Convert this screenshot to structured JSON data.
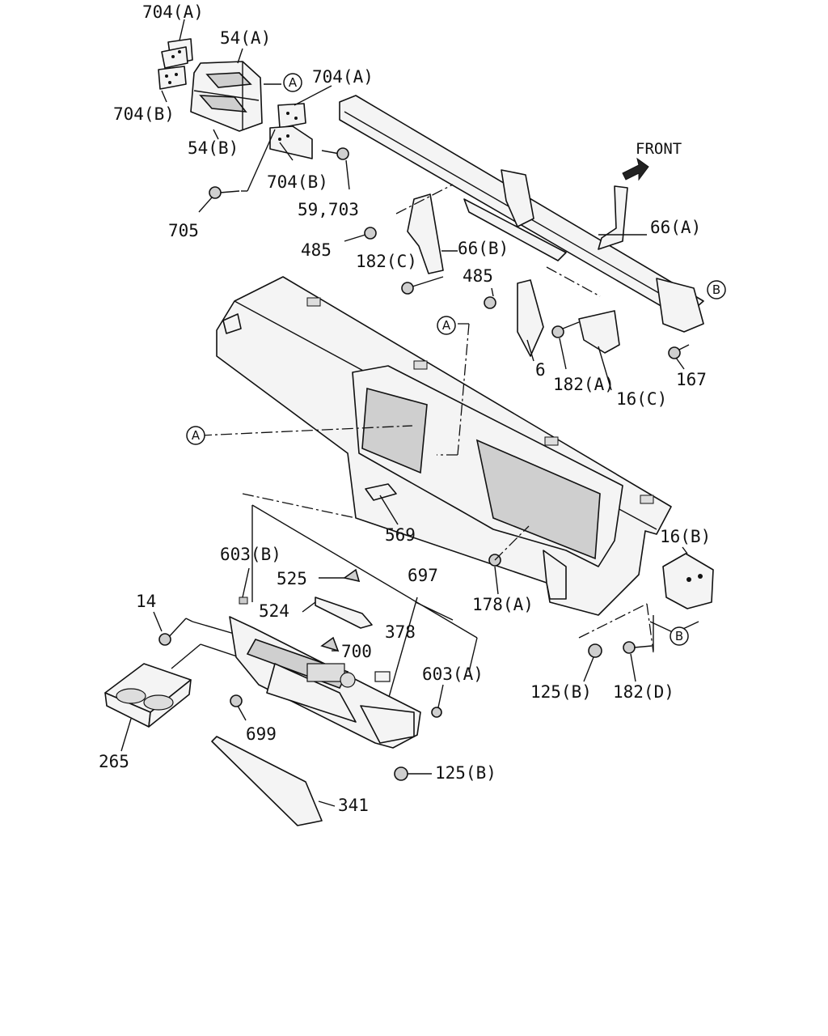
{
  "diagram": {
    "front_label": "FRONT",
    "callouts": {
      "a": "A",
      "b": "B"
    },
    "part_labels": {
      "p704a_top": "704(A)",
      "p54a": "54(A)",
      "p704b_left": "704(B)",
      "p54b": "54(B)",
      "p704a_mid": "704(A)",
      "p704b_mid": "704(B)",
      "p59_703": "59,703",
      "p705": "705",
      "p485_left": "485",
      "p66b": "66(B)",
      "p182c": "182(C)",
      "p485_right": "485",
      "p66a": "66(A)",
      "p6": "6",
      "p182a": "182(A)",
      "p16c": "16(C)",
      "p167": "167",
      "p569": "569",
      "p16b": "16(B)",
      "p603b": "603(B)",
      "p525": "525",
      "p697": "697",
      "p14": "14",
      "p524": "524",
      "p378": "378",
      "p178a": "178(A)",
      "p700": "700",
      "p603a": "603(A)",
      "p125b_right": "125(B)",
      "p182d": "182(D)",
      "p699": "699",
      "p265": "265",
      "p125b_bottom": "125(B)",
      "p341": "341"
    }
  }
}
